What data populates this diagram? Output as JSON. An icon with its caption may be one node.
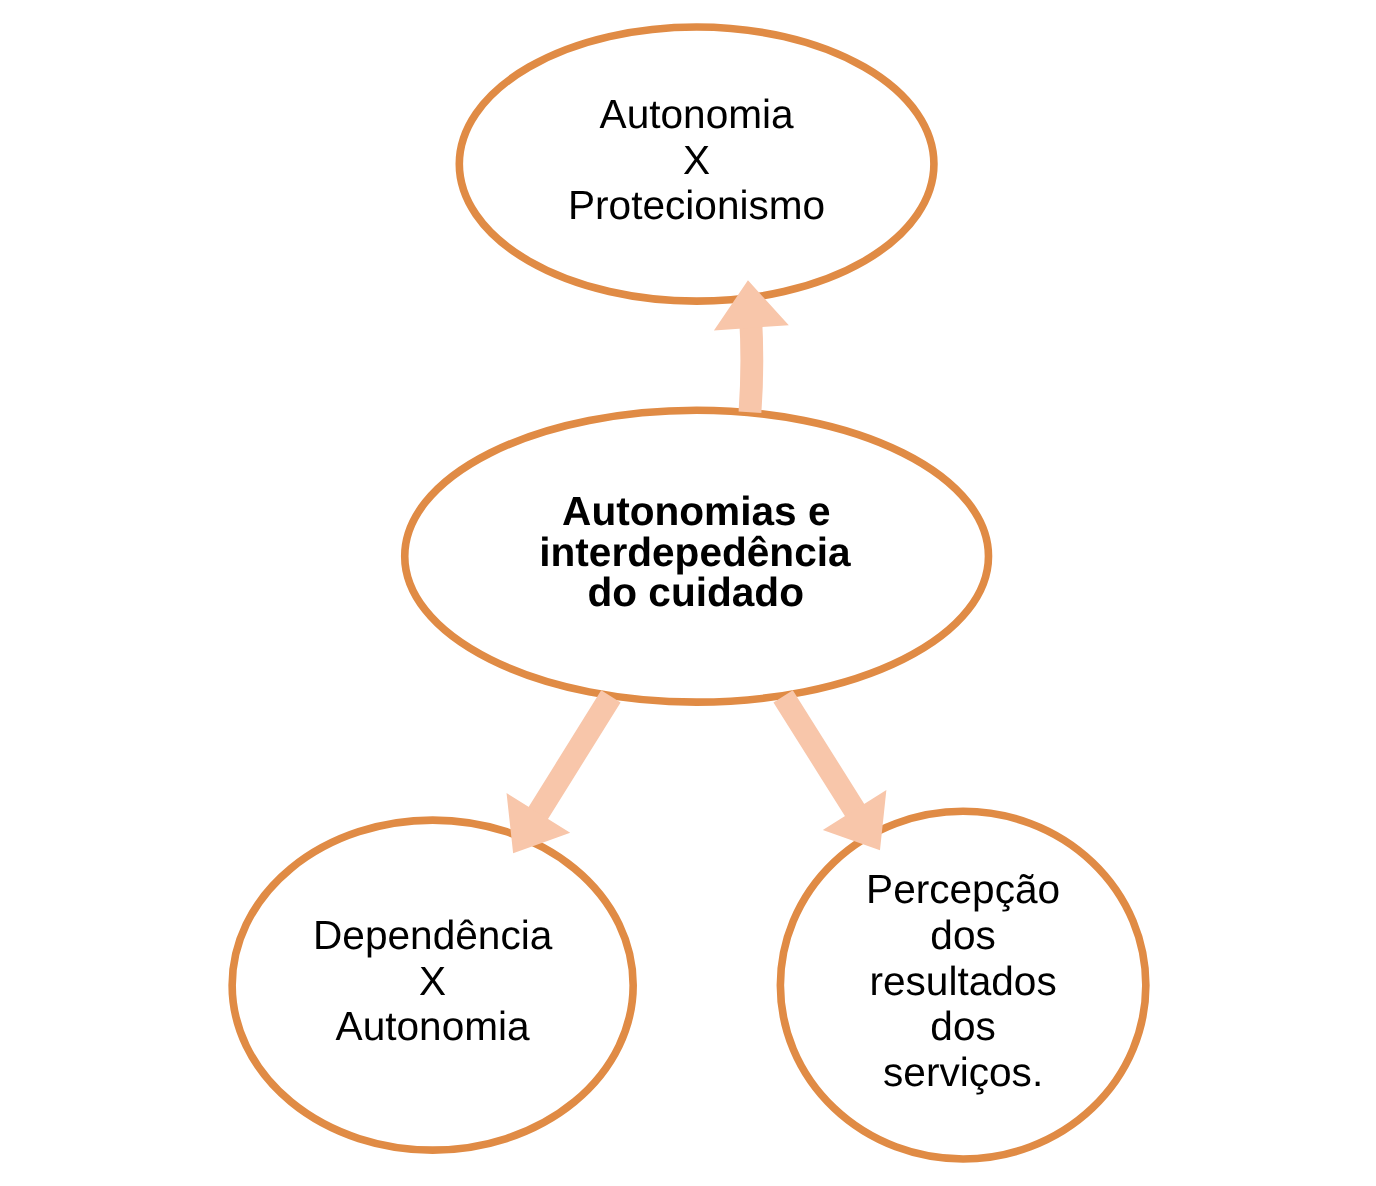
{
  "diagram": {
    "nodes": [
      {
        "text": [
          "Autonomia X Protecionismo"
        ]
      },
      {
        "text": [
          "Autonomias e interdepedência do cuidado"
        ]
      },
      {
        "text": [
          "Dependência X Autonomia"
        ]
      },
      {
        "text": [
          "Percepção dos resultados dos serviços."
        ]
      }
    ],
    "edges": [
      {
        "from": 1,
        "to": 0,
        "arrow": "to"
      },
      {
        "from": 1,
        "to": 2,
        "arrow": "to"
      },
      {
        "from": 1,
        "to": 3,
        "arrow": "to"
      }
    ]
  }
}
